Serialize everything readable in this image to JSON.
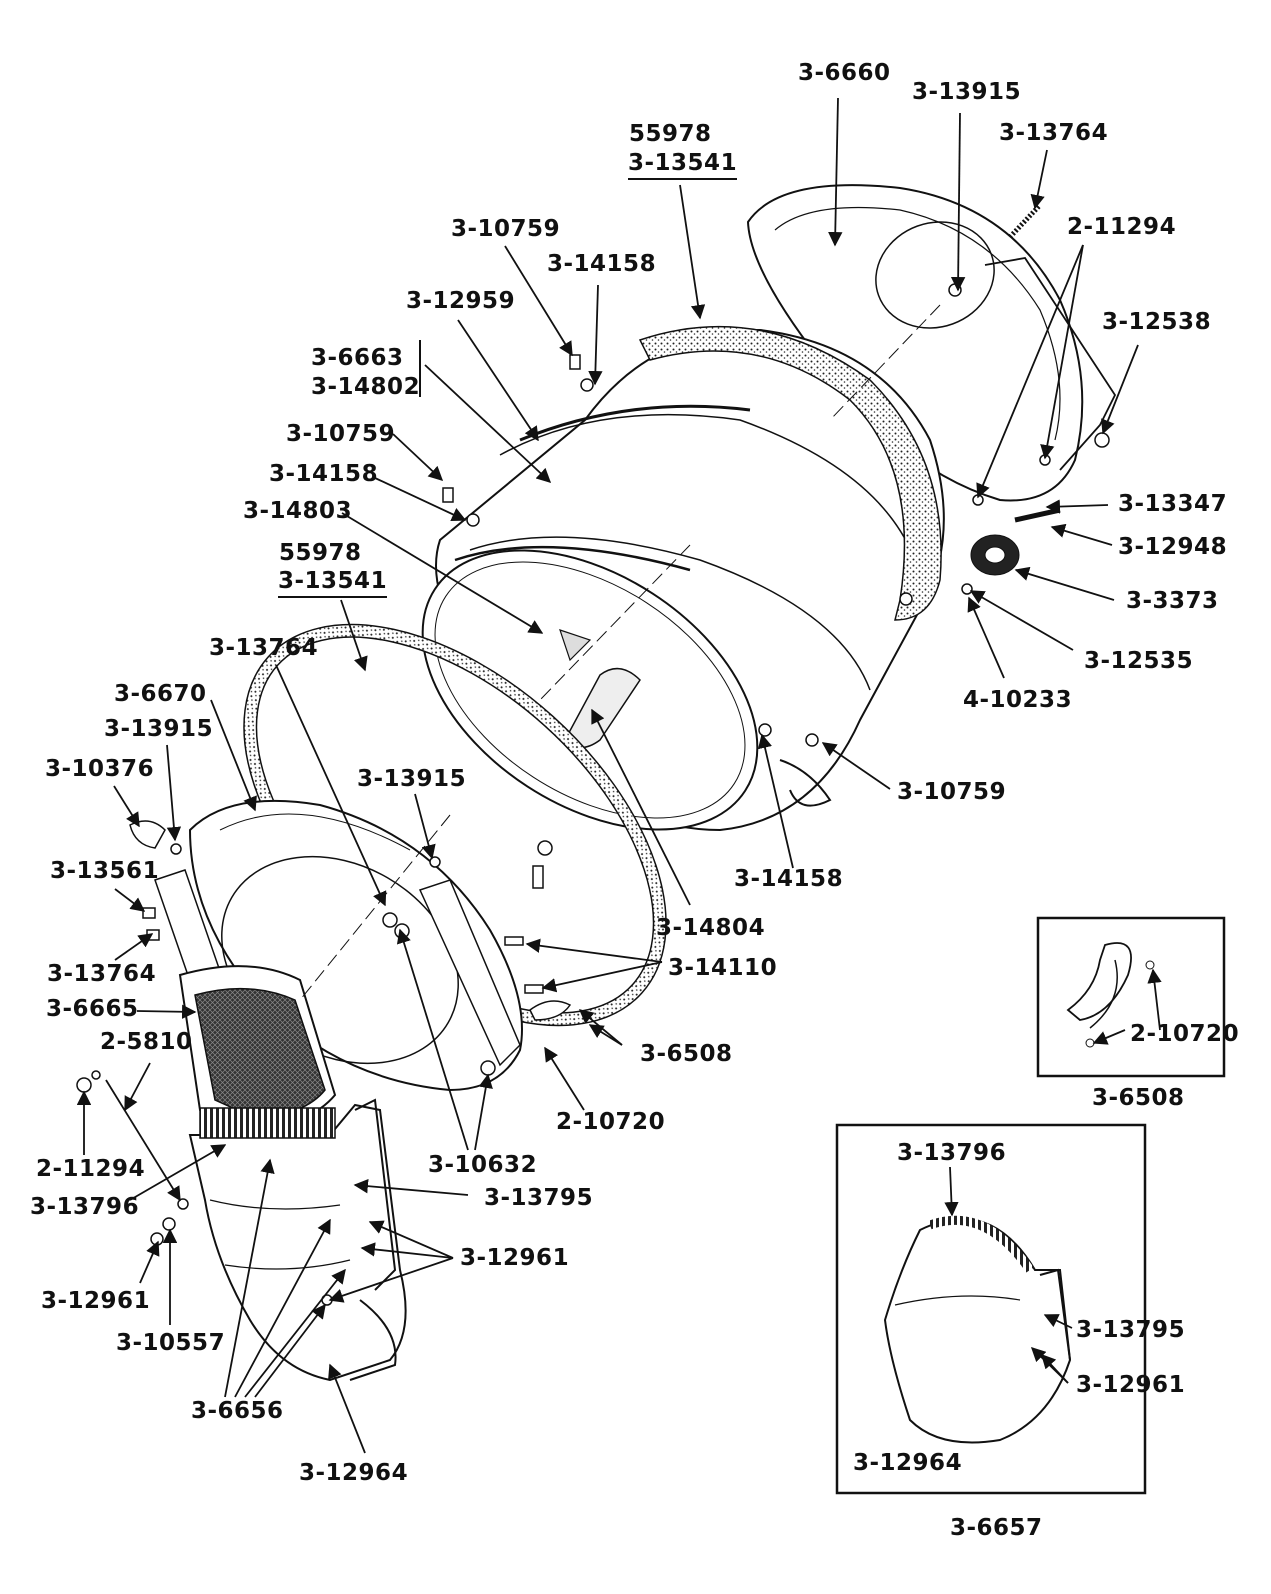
{
  "labels": {
    "p6660": "3-6660",
    "p13915a": "3-13915",
    "p13764a": "3-13764",
    "p55978a": "55978",
    "p13541a": "3-13541",
    "p11294a": "2-11294",
    "p10759a": "3-10759",
    "p14158a": "3-14158",
    "p12959": "3-12959",
    "p12538": "3-12538",
    "p6663": "3-6663",
    "p14802": "3-14802",
    "p10759b": "3-10759",
    "p14158b": "3-14158",
    "p13347": "3-13347",
    "p14803": "3-14803",
    "p12948": "3-12948",
    "p55978b": "55978",
    "p13541b": "3-13541",
    "p3373": "3-3373",
    "p13764b": "3-13764",
    "p12535": "3-12535",
    "p10233": "4-10233",
    "p6670": "3-6670",
    "p13915b": "3-13915",
    "p10376": "3-10376",
    "p13915c": "3-13915",
    "p10759c": "3-10759",
    "p13561": "3-13561",
    "p14158c": "3-14158",
    "p14804": "3-14804",
    "p13764c": "3-13764",
    "p14110": "3-14110",
    "p6665": "3-6665",
    "p5810": "2-5810",
    "p6508": "3-6508",
    "p10720a": "2-10720",
    "p10720b": "2-10720",
    "p11294b": "2-11294",
    "p10632": "3-10632",
    "p13796a": "3-13796",
    "p13795a": "3-13795",
    "p12961a": "3-12961",
    "p12961b": "3-12961",
    "p10557": "3-10557",
    "p6656": "3-6656",
    "p12964a": "3-12964",
    "p13796b": "3-13796",
    "p13795b": "3-13795",
    "p12961c": "3-12961",
    "p12964b": "3-12964"
  },
  "insets": {
    "inset1_caption": "3-6508",
    "inset2_caption": "3-6657"
  }
}
